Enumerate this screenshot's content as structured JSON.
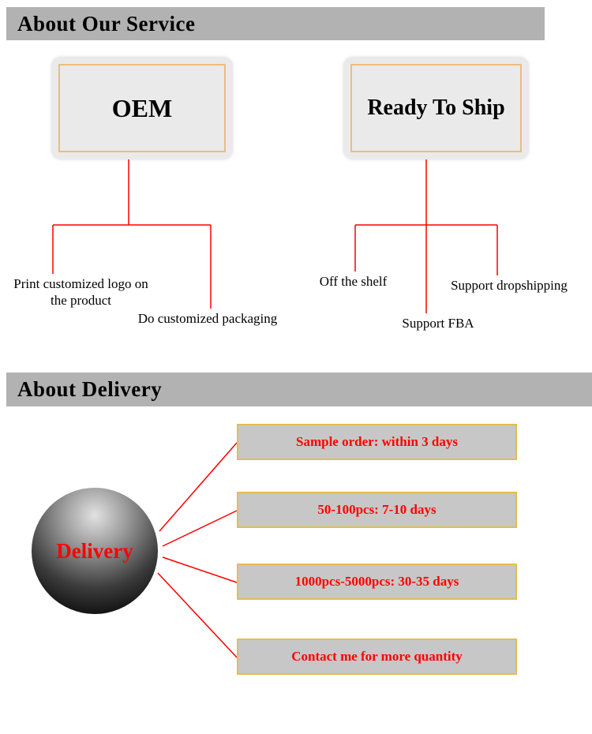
{
  "service": {
    "title": "About Our Service",
    "oem": {
      "label": "OEM",
      "branch_logo": "Print customized logo on the product",
      "branch_packaging": "Do customized packaging"
    },
    "ready_to_ship": {
      "label": "Ready To Ship",
      "branch_shelf": "Off the shelf",
      "branch_fba": "Support FBA",
      "branch_dropshipping": "Support dropshipping"
    }
  },
  "delivery": {
    "title": "About Delivery",
    "hub_label": "Delivery",
    "options": [
      "Sample order: within 3 days",
      "50-100pcs: 7-10 days",
      "1000pcs-5000pcs: 30-35 days",
      "Contact me for more quantity"
    ]
  },
  "colors": {
    "header_bg": "#b2b2b2",
    "connector_red": "#ff0000",
    "top_box_bg": "#eaeaea",
    "top_box_border": "#eebc7a",
    "option_bg": "#c7c7c7",
    "option_border": "#e3bd4f",
    "option_text": "#ff0000",
    "hub_text": "#ff0000"
  }
}
